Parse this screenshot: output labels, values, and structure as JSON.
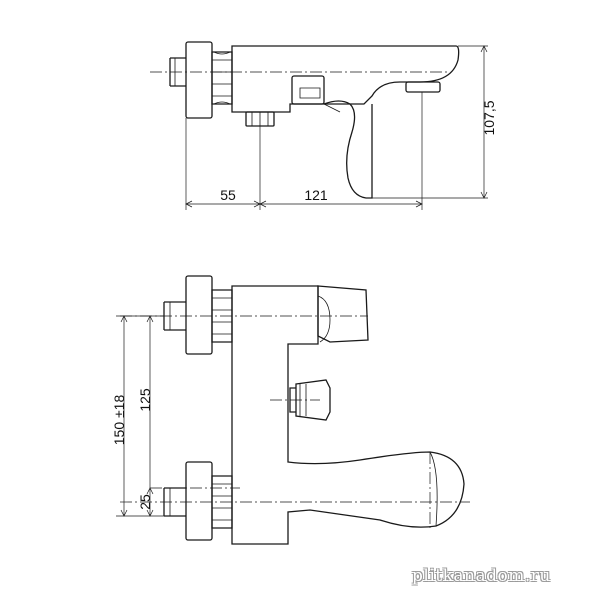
{
  "drawing": {
    "top_view": {
      "dimensions": {
        "inlet_offset": "55",
        "spout_reach": "121",
        "height": "107,5"
      }
    },
    "front_view": {
      "dimensions": {
        "inlet_spacing": "150 ±18",
        "spacing_to_diverter": "125",
        "lower_offset": "25"
      }
    }
  },
  "watermark": {
    "text": "plitkanadom.ru"
  }
}
